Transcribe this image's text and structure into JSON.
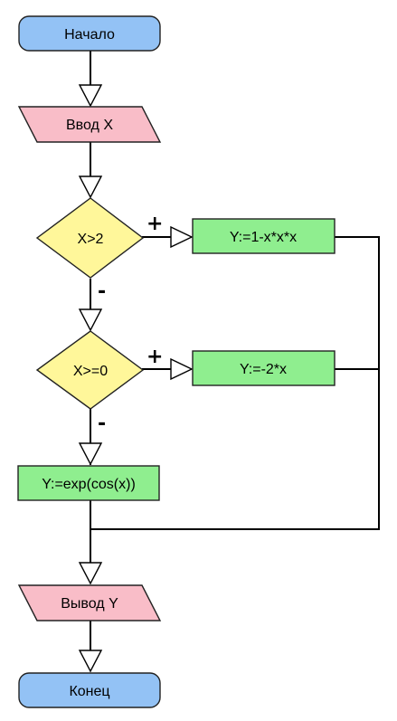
{
  "colors": {
    "terminal": "#93C2F5",
    "io": "#F9BDC8",
    "decision": "#FFF79A",
    "process": "#8FEE8F",
    "stroke": "#222222"
  },
  "nodes": {
    "start": {
      "text": "Начало"
    },
    "input": {
      "text": "Ввод X"
    },
    "decision1": {
      "text": "X>2"
    },
    "process1": {
      "text": "Y:=1-x*x*x"
    },
    "decision2": {
      "text": "X>=0"
    },
    "process2": {
      "text": "Y:=-2*x"
    },
    "process3": {
      "text": "Y:=exp(cos(x))"
    },
    "output": {
      "text": "Вывод Y"
    },
    "end": {
      "text": "Конец"
    }
  },
  "branch_labels": {
    "d1_yes": "+",
    "d1_no": "-",
    "d2_yes": "+",
    "d2_no": "-"
  }
}
